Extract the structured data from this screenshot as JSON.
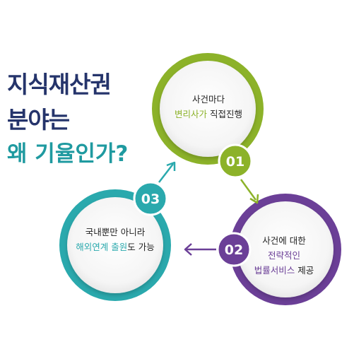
{
  "headline": {
    "line1": "지식재산권",
    "line2": "분야는",
    "line3": "왜 기율인가?"
  },
  "steps": [
    {
      "number": "01",
      "line1": "사건마다",
      "line2_highlight": "변리사가",
      "line2_rest": " 직접진행",
      "color": "#8cb229"
    },
    {
      "number": "02",
      "line1": "사건에 대한",
      "line2_highlight": "전략적인",
      "line3_highlight": "법률서비스",
      "line3_rest": " 제공",
      "color": "#6b3f97"
    },
    {
      "number": "03",
      "line1": "국내뿐만 아니라",
      "line2_highlight": "해외연계 출원",
      "line2_rest": "도 가능",
      "color": "#2aa9ad"
    }
  ]
}
